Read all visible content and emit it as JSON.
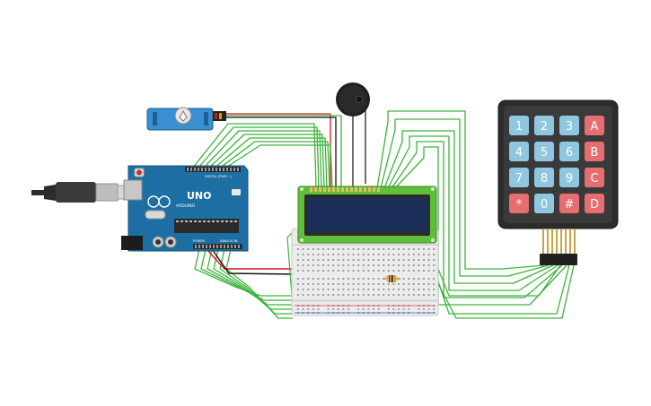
{
  "arduino": {
    "brand": "UNO",
    "sub": "ARDUINO",
    "header_label": "DIGITAL (PWM ~)",
    "power_label": "POWER",
    "analog_label": "ANALOG IN"
  },
  "keypad": {
    "keys": [
      [
        "1",
        "2",
        "3",
        "A"
      ],
      [
        "4",
        "5",
        "6",
        "B"
      ],
      [
        "7",
        "8",
        "9",
        "C"
      ],
      [
        "*",
        "0",
        "#",
        "D"
      ]
    ],
    "num_color": "#8fc6e0",
    "letter_color": "#e66e70",
    "body_color": "#2c2c2c"
  },
  "colors": {
    "wire_green": "#3bb33b",
    "wire_red": "#d01818",
    "wire_black": "#111111",
    "board_blue": "#1d6fa3",
    "lcd_green": "#5fbf3a",
    "lcd_screen": "#1c2f5a",
    "breadboard": "#ececec",
    "servo_blue": "#3a8fd0"
  },
  "icons": [
    "servo-icon",
    "buzzer-icon",
    "usb-cable-icon",
    "resistor-icon",
    "pin-header-icon"
  ]
}
